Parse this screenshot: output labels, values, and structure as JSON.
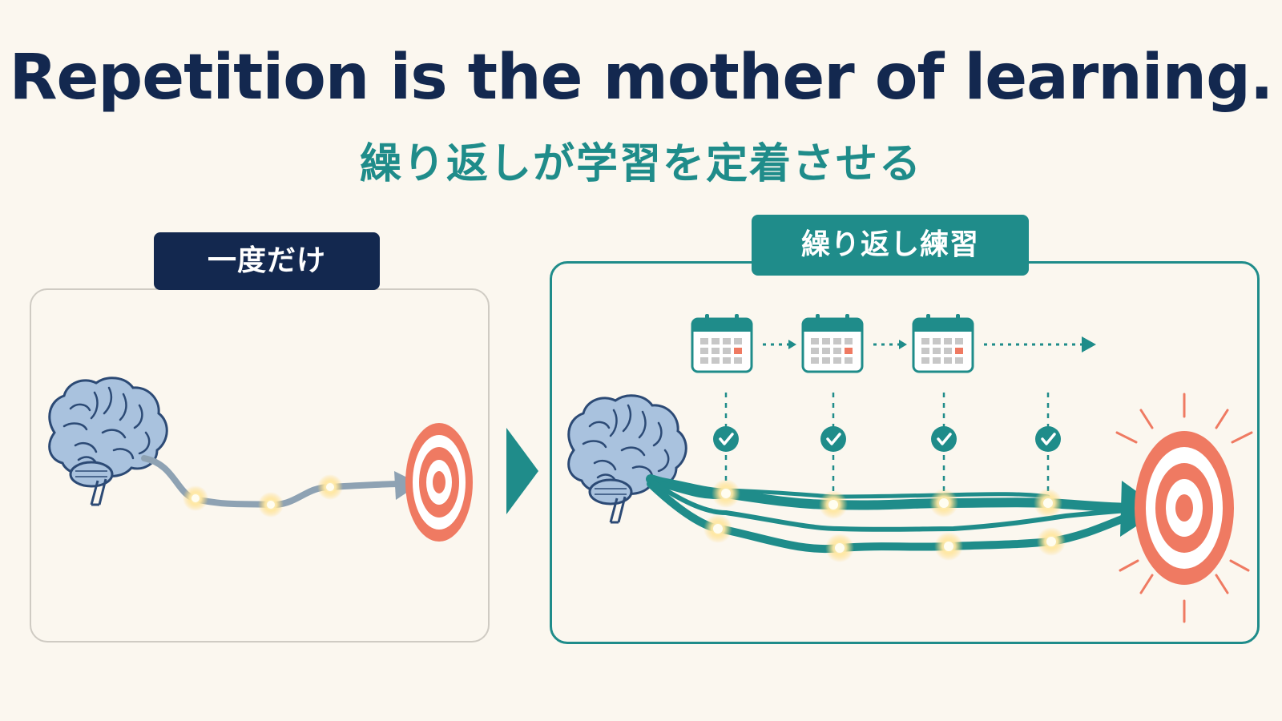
{
  "title": "Repetition is the mother of learning.",
  "subtitle": "繰り返しが学習を定着させる",
  "left": {
    "label": "一度だけ",
    "node_count": 3
  },
  "right": {
    "label": "繰り返し練習",
    "calendar_count": 3,
    "checkpoint_count": 4
  },
  "colors": {
    "navy": "#13284f",
    "teal": "#1f8c8a",
    "coral": "#ef7a62",
    "brain": "#a9c2de",
    "brain_outline": "#2c4a75",
    "grey_path": "#8ea2b3",
    "background": "#fbf7ef"
  },
  "icons": [
    "brain-icon",
    "target-icon",
    "calendar-icon",
    "check-circle-icon",
    "arrow-right-icon"
  ]
}
